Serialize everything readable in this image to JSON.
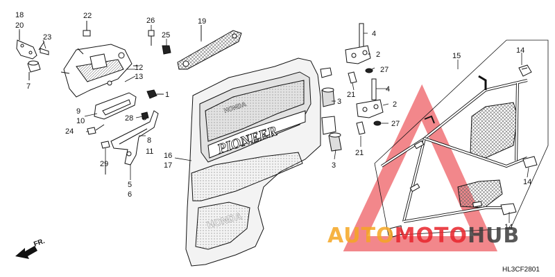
{
  "diagram_code": "HL3CF2801",
  "front_marker": "FR.",
  "callouts": {
    "c18": "18",
    "c20": "20",
    "c23": "23",
    "c7": "7",
    "c22": "22",
    "c12": "12",
    "c13": "13",
    "c26": "26",
    "c25": "25",
    "c19": "19",
    "c1": "1",
    "c9": "9",
    "c10": "10",
    "c24": "24",
    "c28": "28",
    "c8": "8",
    "c11": "11",
    "c29": "29",
    "c5": "5",
    "c6": "6",
    "c16": "16",
    "c17": "17",
    "c4a": "4",
    "c2a": "2",
    "c27a": "27",
    "c21a": "21",
    "c3a": "3",
    "c4b": "4",
    "c2b": "2",
    "c27b": "27",
    "c21b": "21",
    "c3b": "3",
    "c15": "15",
    "c14a": "14",
    "c14b": "14",
    "c14c": "14"
  },
  "door_text": {
    "brand_upper": "HONDA",
    "model_badge": "PIONEER",
    "brand_lower": "HONDA"
  },
  "watermark": {
    "part1": "AUTO",
    "part2": "MOTO",
    "part3": "HUB",
    "color_orange": "#f5a623",
    "color_red": "#e8242b",
    "color_dark": "#3c3c3c"
  }
}
